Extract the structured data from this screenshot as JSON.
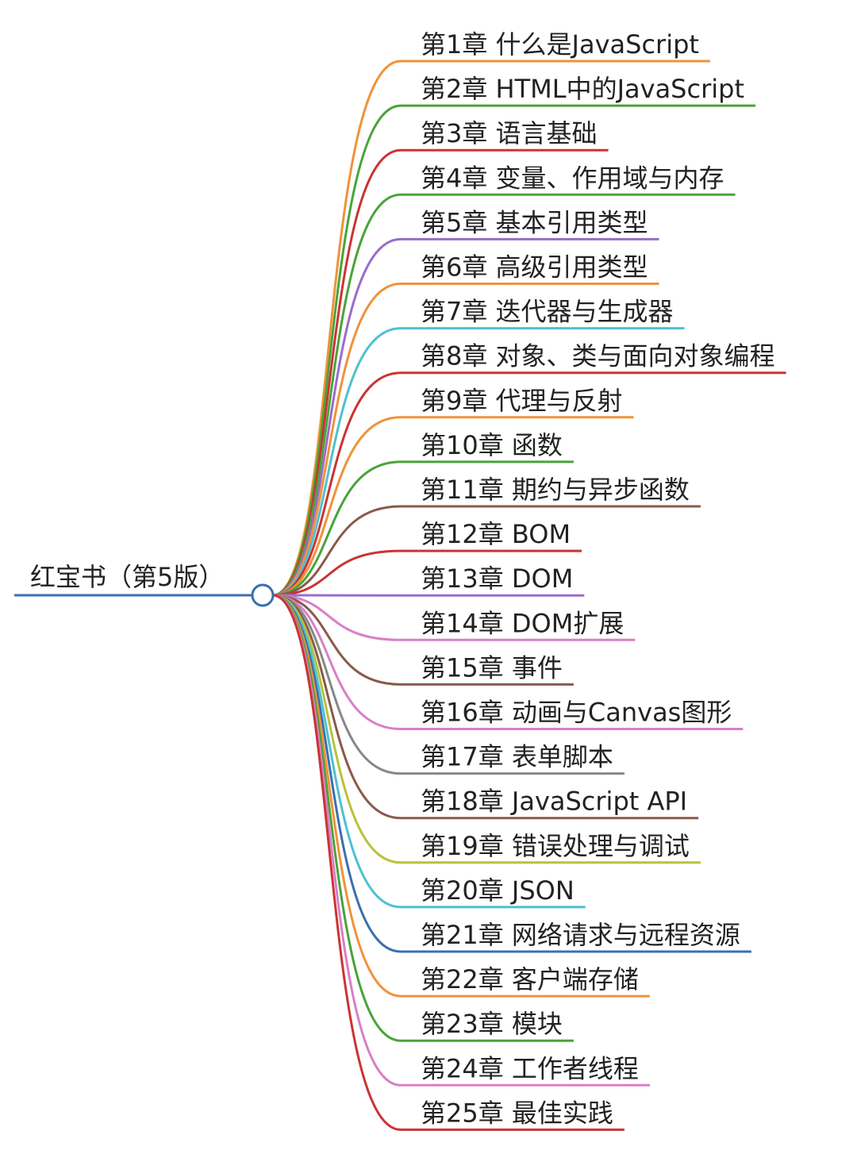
{
  "root": {
    "label": "红宝书（第5版）",
    "color": "#3a6fb0"
  },
  "branches": [
    {
      "label": "第1章 什么是JavaScript",
      "color": "#f0923a"
    },
    {
      "label": "第2章 HTML中的JavaScript",
      "color": "#4aa33a"
    },
    {
      "label": "第3章 语言基础",
      "color": "#cc3333"
    },
    {
      "label": "第4章 变量、作用域与内存",
      "color": "#4aa33a"
    },
    {
      "label": "第5章 基本引用类型",
      "color": "#9a6cc9"
    },
    {
      "label": "第6章 高级引用类型",
      "color": "#f0923a"
    },
    {
      "label": "第7章 迭代器与生成器",
      "color": "#4fc0d0"
    },
    {
      "label": "第8章 对象、类与面向对象编程",
      "color": "#cc3333"
    },
    {
      "label": "第9章 代理与反射",
      "color": "#f0923a"
    },
    {
      "label": "第10章 函数",
      "color": "#4aa33a"
    },
    {
      "label": "第11章 期约与异步函数",
      "color": "#8a5a4a"
    },
    {
      "label": "第12章 BOM",
      "color": "#cc3333"
    },
    {
      "label": "第13章 DOM",
      "color": "#9a6cc9"
    },
    {
      "label": "第14章 DOM扩展",
      "color": "#d97fc8"
    },
    {
      "label": "第15章 事件",
      "color": "#8a5a4a"
    },
    {
      "label": "第16章 动画与Canvas图形",
      "color": "#d97fc8"
    },
    {
      "label": "第17章 表单脚本",
      "color": "#888888"
    },
    {
      "label": "第18章 JavaScript API",
      "color": "#8a5a4a"
    },
    {
      "label": "第19章 错误处理与调试",
      "color": "#b8c23a"
    },
    {
      "label": "第20章 JSON",
      "color": "#4fc0d0"
    },
    {
      "label": "第21章 网络请求与远程资源",
      "color": "#3a6fb0"
    },
    {
      "label": "第22章 客户端存储",
      "color": "#f0923a"
    },
    {
      "label": "第23章 模块",
      "color": "#4aa33a"
    },
    {
      "label": "第24章 工作者线程",
      "color": "#d97fc8"
    },
    {
      "label": "第25章 最佳实践",
      "color": "#cc3333"
    }
  ]
}
